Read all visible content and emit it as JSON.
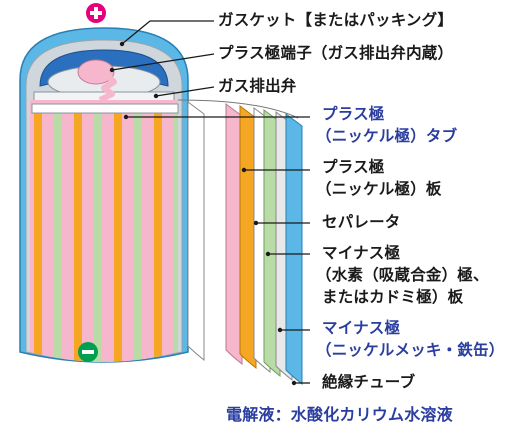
{
  "labels": {
    "gasket": "ガスケット【またはパッキング】",
    "positive_terminal": "プラス極端子（ガス排出弁内蔵）",
    "gas_vent": "ガス排出弁",
    "positive_tab_1": "プラス極",
    "positive_tab_2": "（ニッケル極）タブ",
    "positive_plate_1": "プラス極",
    "positive_plate_2": "（ニッケル極）板",
    "separator": "セパレータ",
    "negative_plate_1": "マイナス極",
    "negative_plate_2": "（水素（吸蔵合金）極、",
    "negative_plate_3": "またはカドミ極）板",
    "negative_case_1": "マイナス極",
    "negative_case_2": "（ニッケルメッキ・鉄缶）",
    "insulation_tube": "絶縁チューブ",
    "electrolyte": "電解液：水酸化カリウム水溶液"
  },
  "colors": {
    "label_black": "#1a1a1a",
    "label_blue": "#2b3ea0",
    "insulation_blue": "#5bb8e6",
    "positive_badge": "#e6007e",
    "negative_badge": "#00a050",
    "plate_orange": "#f5a623",
    "plate_green": "#b9dca6",
    "plate_pink": "#f6b7cc"
  },
  "icons": {
    "positive": "plus-badge-icon",
    "negative": "minus-badge-icon"
  }
}
